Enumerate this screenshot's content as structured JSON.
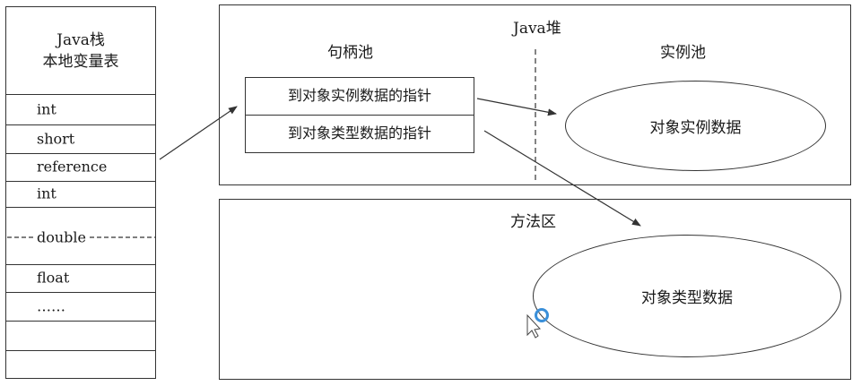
{
  "stack": {
    "title_line1": "Java栈",
    "title_line2": "本地变量表",
    "rows": [
      "int",
      "short",
      "reference",
      "int",
      "double",
      "",
      "float",
      "……",
      "",
      ""
    ]
  },
  "heap": {
    "title": "Java堆",
    "handle_pool_title": "句柄池",
    "instance_pool_title": "实例池",
    "handle_cells": [
      "到对象实例数据的指针",
      "到对象类型数据的指针"
    ],
    "instance_data_label": "对象实例数据"
  },
  "method_area": {
    "title": "方法区",
    "type_data_label": "对象类型数据"
  },
  "colors": {
    "line": "#333333",
    "cursor_ring": "#3a8fd9"
  }
}
